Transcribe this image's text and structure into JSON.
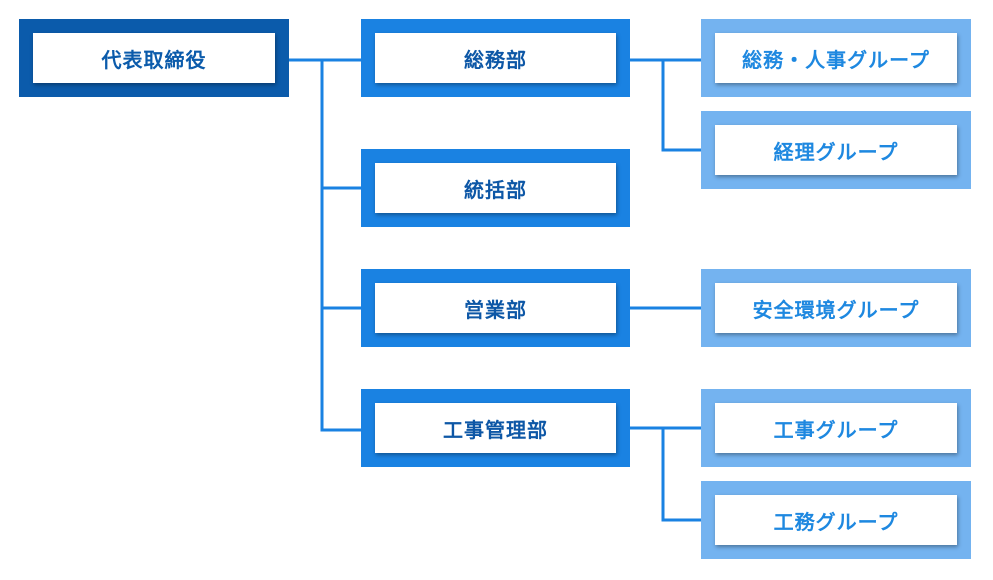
{
  "colors": {
    "executive": "#0b5bab",
    "department": "#1a82e2",
    "group": "#74b3f0",
    "connector": "#1a82e2"
  },
  "org": {
    "root": "代表取締役",
    "departments": [
      {
        "label": "総務部",
        "groups": [
          "総務・人事グループ",
          "経理グループ"
        ]
      },
      {
        "label": "統括部",
        "groups": []
      },
      {
        "label": "営業部",
        "groups": [
          "安全環境グループ"
        ]
      },
      {
        "label": "工事管理部",
        "groups": [
          "工事グループ",
          "工務グループ"
        ]
      }
    ]
  }
}
